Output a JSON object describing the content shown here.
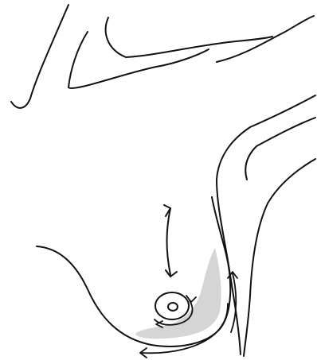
{
  "diagram": {
    "colors": {
      "outline": "#111111",
      "shading": "#d5d5d5",
      "background": "#ffffff"
    },
    "elements": {
      "upper_arm": "arm-outline",
      "torso": "torso-outline",
      "breast": "breast-outline",
      "shaded_region": "lower-breast-shading",
      "areola": "areola",
      "nipple": "nipple",
      "vertical_arrow": "double-headed-arrow",
      "circular_arrow": "circular-arrow-around-areola",
      "curved_arrow_lower": "curved-arrow-along-inframammary-fold",
      "curved_arrow_lateral": "curved-arrow-lateral-side"
    }
  }
}
